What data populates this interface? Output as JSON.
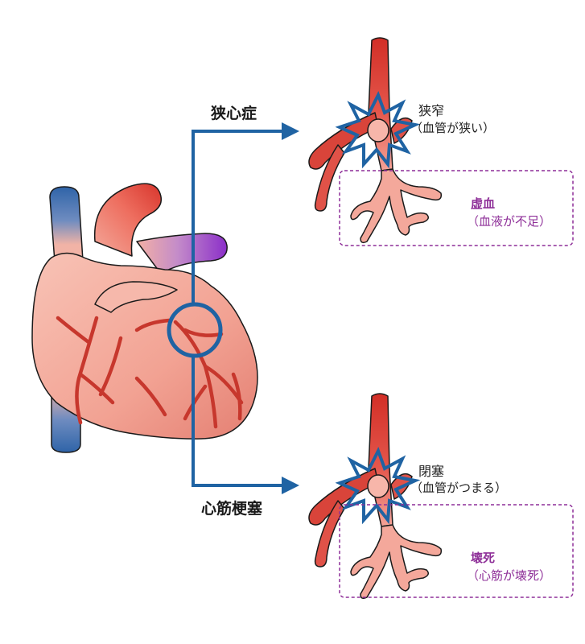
{
  "branches": {
    "angina": {
      "title": "狭心症",
      "lesion_label": "狭窄",
      "lesion_detail": "（血管が狭い）",
      "effect_label": "虚血",
      "effect_detail": "（血液が不足）"
    },
    "infarction": {
      "title": "心筋梗塞",
      "lesion_label": "閉塞",
      "lesion_detail": "（血管がつまる）",
      "effect_label": "壊死",
      "effect_detail": "（心筋が壊死）"
    }
  },
  "colors": {
    "arrow": "#1f63a3",
    "artery": "#d63a31",
    "heart": "#f4a69b",
    "vein": "#3a6cab",
    "purple": "#8e2f98"
  }
}
